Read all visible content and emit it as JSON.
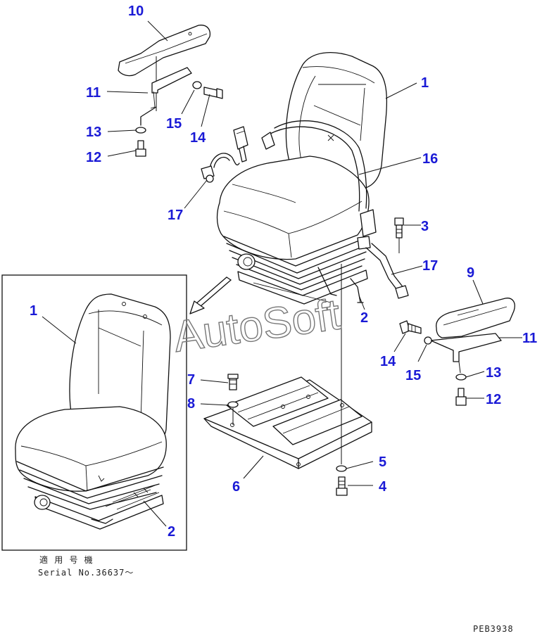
{
  "callouts": {
    "c1_main": "1",
    "c1_inset": "1",
    "c2_main": "2",
    "c2_inset": "2",
    "c3": "3",
    "c4": "4",
    "c5": "5",
    "c6": "6",
    "c7": "7",
    "c8": "8",
    "c9": "9",
    "c10": "10",
    "c11_left": "11",
    "c11_right": "11",
    "c12_left": "12",
    "c12_right": "12",
    "c13_left": "13",
    "c13_right": "13",
    "c14_left": "14",
    "c14_right": "14",
    "c15_left": "15",
    "c15_right": "15",
    "c16": "16",
    "c17_left": "17",
    "c17_right": "17"
  },
  "inset": {
    "applicable_label": "適 用 号 機",
    "serial_label": "Serial No.36637～"
  },
  "watermark": "AutoSoft",
  "drawing_code": "PEB3938"
}
